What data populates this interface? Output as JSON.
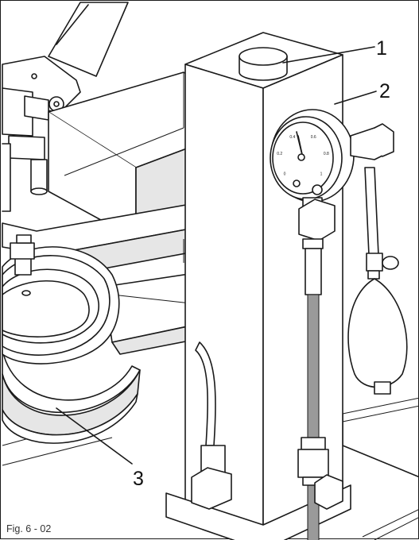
{
  "figure": {
    "caption": "Fig. 6 - 02",
    "callouts": [
      {
        "label": "1"
      },
      {
        "label": "2"
      },
      {
        "label": "3"
      }
    ],
    "gauge_scale": [
      "0",
      "0.2",
      "0.4",
      "0.6",
      "0.8",
      "1"
    ],
    "colors": {
      "line": "#1a1a1a",
      "fill": "#ffffff",
      "shade": "#e6e6e6",
      "tube": "#9a9a9a"
    }
  }
}
